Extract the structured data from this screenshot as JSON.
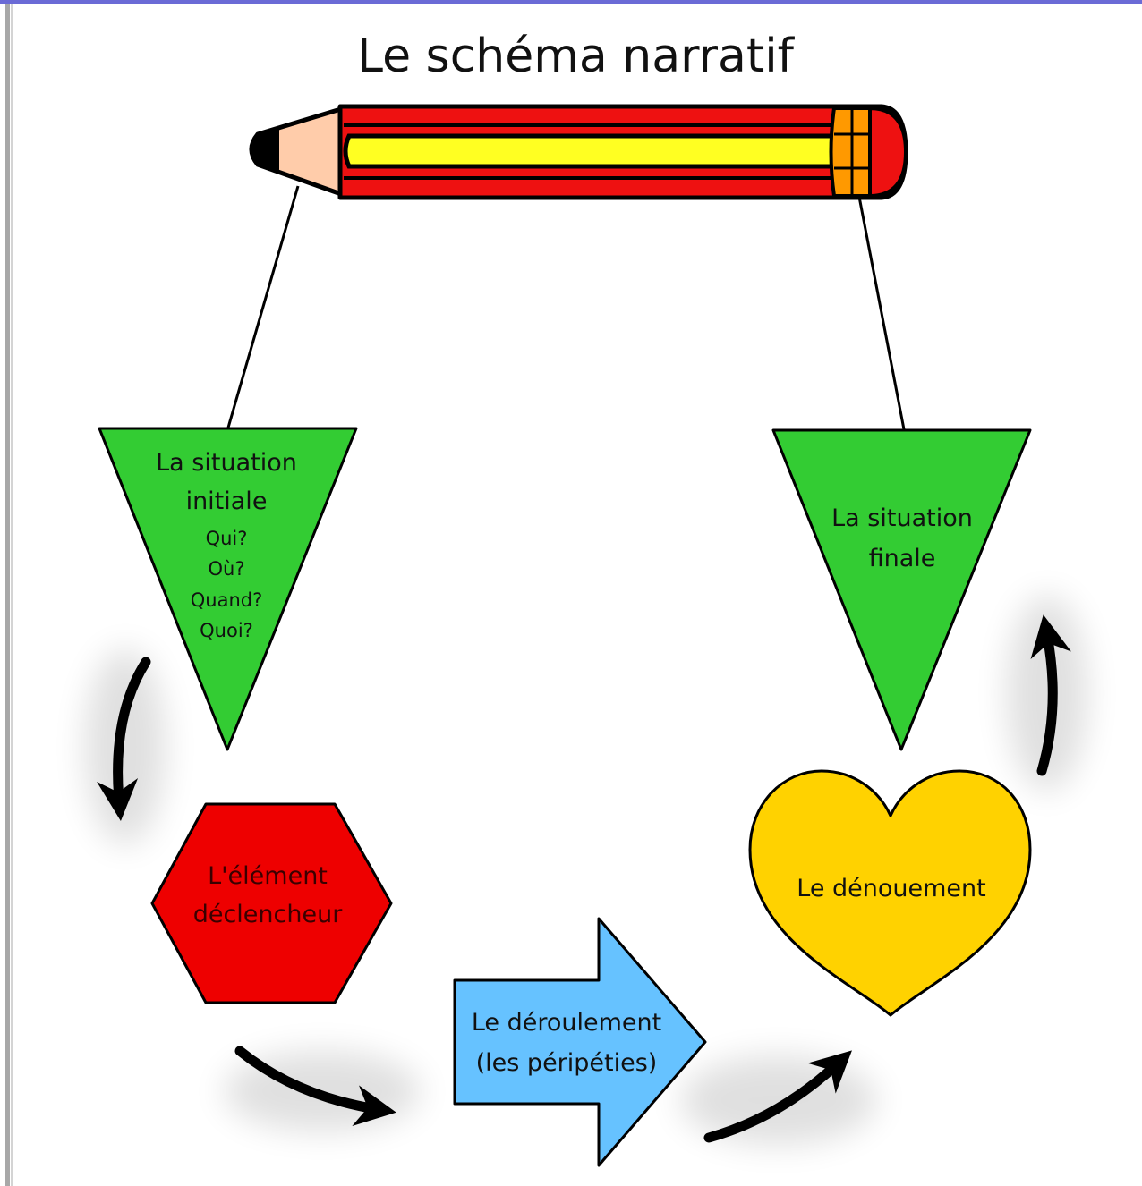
{
  "title": "Le schéma narratif",
  "stages": {
    "situation_initiale": {
      "line1": "La situation",
      "line2": "initiale",
      "questions": [
        "Qui?",
        "Où?",
        "Quand?",
        "Quoi?"
      ]
    },
    "element_declencheur": {
      "line1": "L'élément",
      "line2": "déclencheur"
    },
    "deroulement": {
      "line1": "Le déroulement",
      "line2": "(les péripéties)"
    },
    "denouement": {
      "line1": "Le dénouement"
    },
    "situation_finale": {
      "line1": "La situation",
      "line2": "finale"
    }
  },
  "colors": {
    "triangle_green": "#33cc33",
    "hexagon_red": "#ee0000",
    "arrow_blue": "#66c2ff",
    "heart_yellow": "#ffd200",
    "pencil_red": "#ee1111",
    "pencil_yellow": "#ffff22",
    "pencil_wood": "#ffccaa",
    "pencil_eraser_band": "#ff9900"
  }
}
